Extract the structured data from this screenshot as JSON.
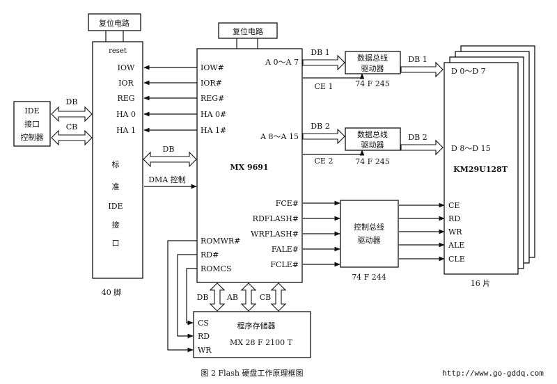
{
  "blocks": {
    "reset_circuit_left": "复位电路",
    "reset_circuit_mid": "复位电路",
    "ide_controller": [
      "IDE",
      "接口",
      "控制器"
    ],
    "std_ide": {
      "reset": "reset",
      "pins": [
        "IOW",
        "IOR",
        "REG",
        "HA 0",
        "HA 1"
      ],
      "vertical_label": [
        "标",
        "准",
        "IDE",
        "接",
        "口"
      ],
      "footer": "40 脚"
    },
    "mx9691": {
      "name": "MX 9691",
      "left_pins": [
        "IOW#",
        "IOR#",
        "REG#",
        "HA 0#",
        "HA 1#"
      ],
      "addr_low": "A 0～A 7",
      "addr_high": "A 8～A 15",
      "right_pins": [
        "FCE#",
        "RDFLASH#",
        "WRFLASH#",
        "FALE#",
        "FCLE#"
      ],
      "bottom_pins": [
        "ROMWR#",
        "RD#",
        "ROMCS"
      ]
    },
    "data_driver_1": {
      "label": [
        "数据总线",
        "驱动器"
      ],
      "part": "74 F 245"
    },
    "data_driver_2": {
      "label": [
        "数据总线",
        "驱动器"
      ],
      "part": "74 F 245"
    },
    "ctrl_driver": {
      "label": [
        "控制总线",
        "驱动器"
      ],
      "part": "74 F 244"
    },
    "flash": {
      "data_low": "D 0～D 7",
      "data_high": "D 8～D 15",
      "name": "KM29U128T",
      "pins": [
        "CE",
        "RD",
        "WR",
        "ALE",
        "CLE"
      ],
      "footer": "16 片"
    },
    "program_memory": {
      "title": "程序存储器",
      "part": "MX 28 F 2100 T",
      "pins": [
        "CS",
        "RD",
        "WR"
      ]
    }
  },
  "bus_labels": {
    "db": "DB",
    "cb": "CB",
    "ab": "AB",
    "db1": "DB 1",
    "db2": "DB 2",
    "ce1": "CE 1",
    "ce2": "CE 2",
    "dma": "DMA 控制"
  },
  "caption": "图 2  Flash 硬盘工作原理框图",
  "watermark_url": "http://www.go-gddq.com"
}
